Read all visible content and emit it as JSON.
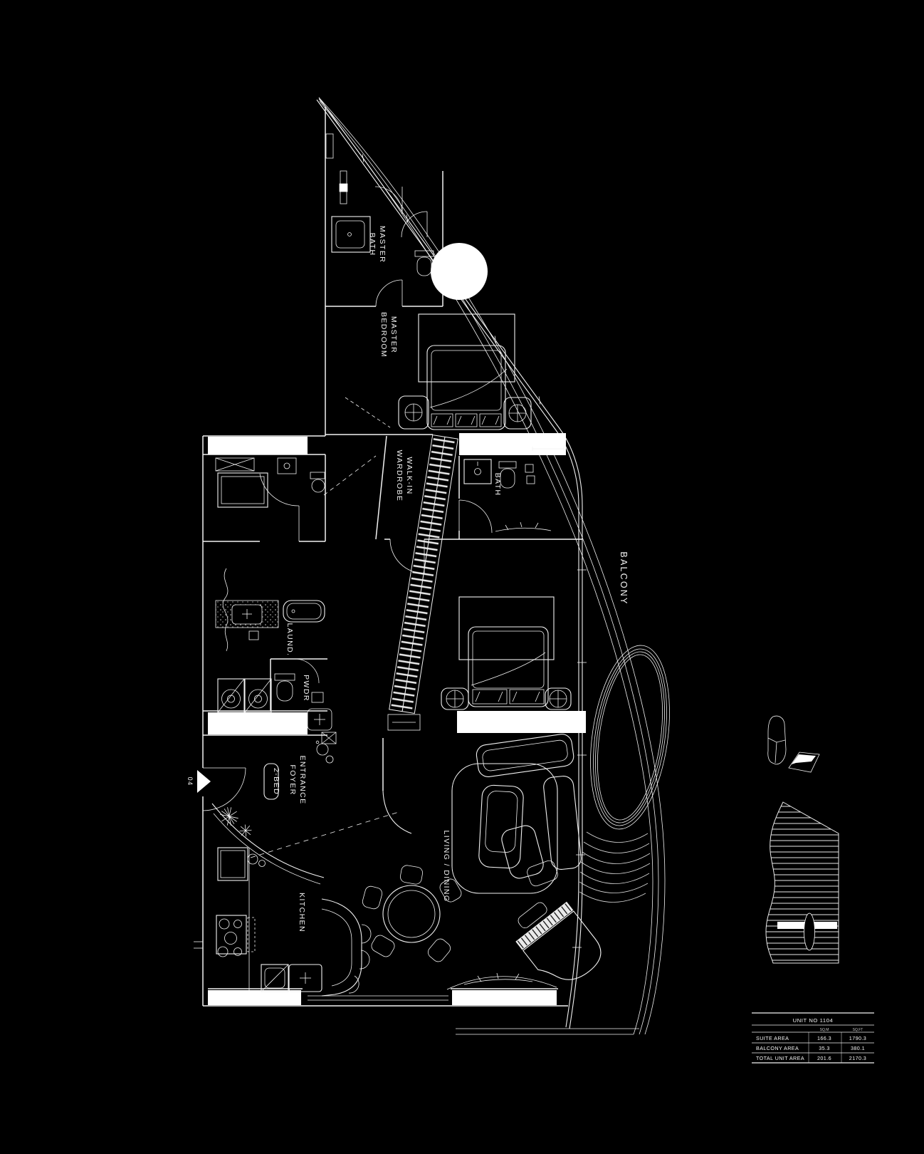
{
  "colors": {
    "background": "#000000",
    "line": "#ffffff"
  },
  "labels": {
    "master_bath": {
      "line1": "MASTER",
      "line2": "BATH"
    },
    "master_bedroom": {
      "line1": "MASTER",
      "line2": "BEDROOM"
    },
    "walk_in_wardrobe": {
      "line1": "WALK-IN",
      "line2": "WARDROBE"
    },
    "bath": "BATH",
    "laundry": "LAUND.",
    "powder": "PWDR",
    "entrance_foyer": {
      "line1": "ENTRANCE",
      "line2": "FOYER"
    },
    "unit_type_badge": "2-BED",
    "kitchen": "KITCHEN",
    "living_dining": "LIVING / DINING",
    "balcony": "BALCONY",
    "entry_door_number": "04"
  },
  "area_table": {
    "title": "UNIT NO 1104",
    "columns": {
      "metric": "SQ.M",
      "imperial": "SQ.FT"
    },
    "rows": [
      {
        "label": "SUITE AREA",
        "sqm": "166.3",
        "sqft": "1790.3"
      },
      {
        "label": "BALCONY AREA",
        "sqm": "35.3",
        "sqft": "380.1"
      },
      {
        "label": "TOTAL UNIT AREA",
        "sqm": "201.6",
        "sqft": "2170.3"
      }
    ]
  }
}
